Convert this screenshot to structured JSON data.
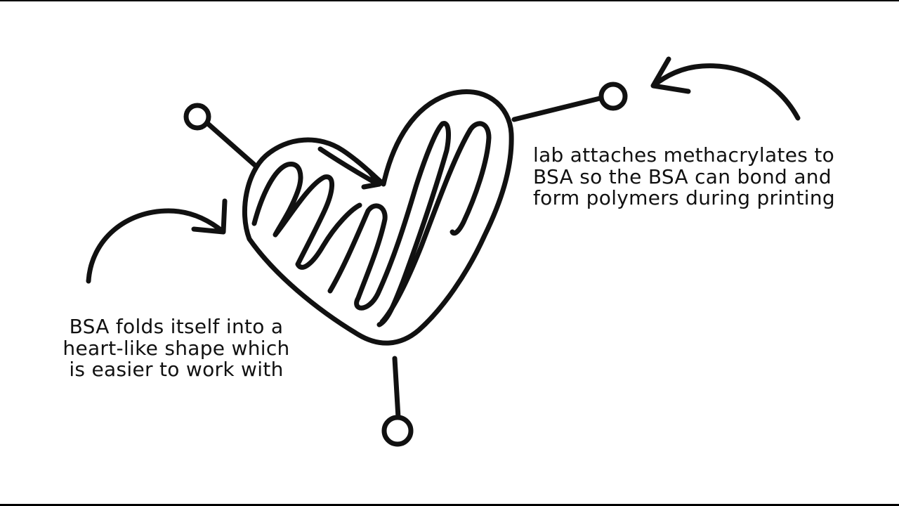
{
  "annotations": {
    "methacrylate_note": {
      "lines": [
        "lab attaches methacrylates to",
        "BSA so the BSA can bond and",
        "form polymers during printing"
      ]
    },
    "folding_note": {
      "lines": [
        "BSA folds itself into a",
        "heart-like shape which",
        "is easier to work with"
      ]
    }
  },
  "colors": {
    "ink": "#111111",
    "background": "#ffffff"
  }
}
